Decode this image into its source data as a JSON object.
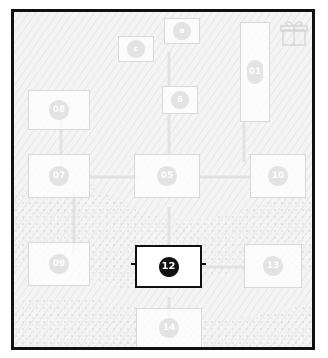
{
  "map": {
    "nodes": [
      {
        "id": "08",
        "label": "08",
        "state": "faded"
      },
      {
        "id": "07",
        "label": "07",
        "state": "faded"
      },
      {
        "id": "05",
        "label": "05",
        "state": "faded"
      },
      {
        "id": "10",
        "label": "10",
        "state": "faded"
      },
      {
        "id": "09",
        "label": "09",
        "state": "faded"
      },
      {
        "id": "12",
        "label": "12",
        "state": "active"
      },
      {
        "id": "13",
        "label": "13",
        "state": "faded"
      },
      {
        "id": "14",
        "label": "14",
        "state": "faded"
      },
      {
        "id": "01",
        "label": "01",
        "state": "faded"
      },
      {
        "id": "c",
        "label": "c",
        "state": "faded"
      },
      {
        "id": "a",
        "label": "a",
        "state": "faded"
      },
      {
        "id": "6",
        "label": "6",
        "state": "faded"
      }
    ]
  },
  "colors": {
    "active_border": "#111111",
    "faded_badge": "#e3e3e3",
    "panel_bg": "#f4f4f4"
  }
}
